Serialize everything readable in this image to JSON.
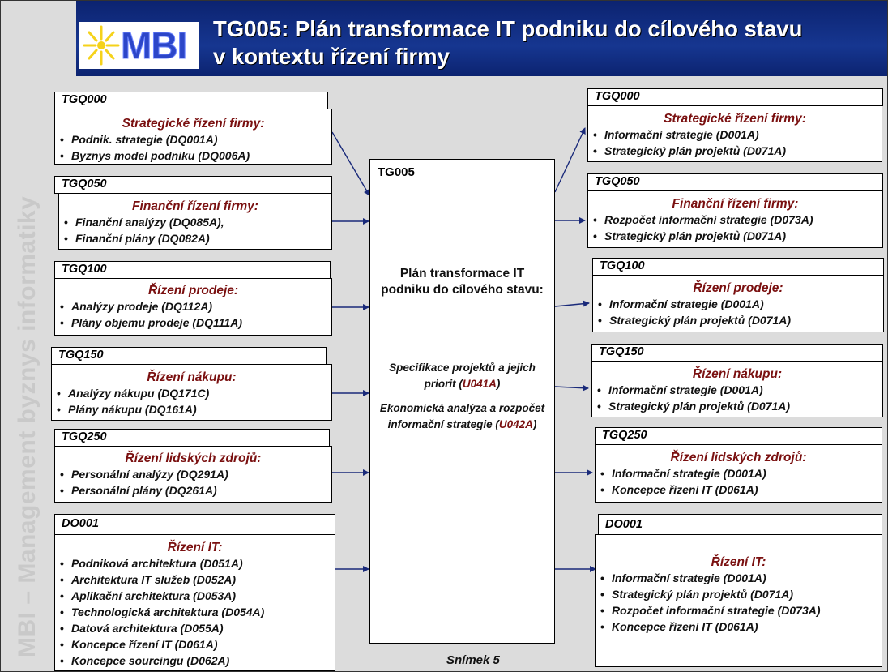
{
  "header": {
    "logo_text": "MBI",
    "title_line1": "TG005: Plán transformace IT podniku do cílového stavu",
    "title_line2": "v kontextu řízení firmy"
  },
  "side_text": "MBI – Management byznys informatiky",
  "center": {
    "code": "TG005",
    "title": "Plán transformace IT podniku do cílového stavu:",
    "item1": {
      "text": "Specifikace projektů a jejich priorit (",
      "ref": "U041A",
      "tail": ")"
    },
    "item2": {
      "text": "Ekonomická analýza a rozpočet informační strategie (",
      "ref": "U042A",
      "tail": ")"
    }
  },
  "left_boxes": [
    {
      "code": "TGQ000",
      "title": "Strategické řízení firmy:",
      "items": [
        "Podnik. strategie (DQ001A)",
        "Byznys model podniku (DQ006A)"
      ]
    },
    {
      "code": "TGQ050",
      "title": "Finanční řízení firmy:",
      "items": [
        "Finanční analýzy (DQ085A),",
        "Finanční plány (DQ082A)"
      ]
    },
    {
      "code": "TGQ100",
      "title": "Řízení prodeje:",
      "items": [
        "Analýzy prodeje (DQ112A)",
        "Plány objemu prodeje (DQ111A)"
      ]
    },
    {
      "code": "TGQ150",
      "title": "Řízení nákupu:",
      "items": [
        "Analýzy nákupu (DQ171C)",
        "Plány nákupu (DQ161A)"
      ]
    },
    {
      "code": "TGQ250",
      "title": "Řízení lidských zdrojů:",
      "items": [
        "Personální analýzy (DQ291A)",
        "Personální plány (DQ261A)"
      ]
    },
    {
      "code": "DO001",
      "title": "Řízení IT:",
      "items": [
        "Podniková architektura (D051A)",
        "Architektura IT služeb (D052A)",
        "Aplikační architektura (D053A)",
        "Technologická architektura (D054A)",
        "Datová architektura (D055A)",
        "Koncepce řízení IT (D061A)",
        "Koncepce sourcingu (D062A)"
      ]
    }
  ],
  "right_boxes": [
    {
      "code": "TGQ000",
      "title": "Strategické řízení firmy:",
      "items": [
        "Informační strategie (D001A)",
        "Strategický plán projektů (D071A)"
      ]
    },
    {
      "code": "TGQ050",
      "title": "Finanční řízení firmy:",
      "items": [
        "Rozpočet informační strategie (D073A)",
        "Strategický plán projektů (D071A)"
      ]
    },
    {
      "code": "TGQ100",
      "title": "Řízení prodeje:",
      "items": [
        "Informační strategie (D001A)",
        "Strategický plán projektů (D071A)"
      ]
    },
    {
      "code": "TGQ150",
      "title": "Řízení nákupu:",
      "items": [
        "Informační strategie (D001A)",
        "Strategický plán projektů (D071A)"
      ]
    },
    {
      "code": "TGQ250",
      "title": "Řízení lidských zdrojů:",
      "items": [
        "Informační strategie (D001A)",
        "Koncepce řízení IT (D061A)"
      ]
    },
    {
      "code": "DO001",
      "title": "Řízení IT:",
      "items": [
        "Informační strategie (D001A)",
        "Strategický plán projektů (D071A)",
        "Rozpočet informační strategie (D073A)",
        "Koncepce řízení IT (D061A)"
      ]
    }
  ],
  "footer": "Snímek 5",
  "colors": {
    "header_bg": "#163690",
    "title_red": "#7a1010",
    "page_bg": "#dcdcdc"
  }
}
